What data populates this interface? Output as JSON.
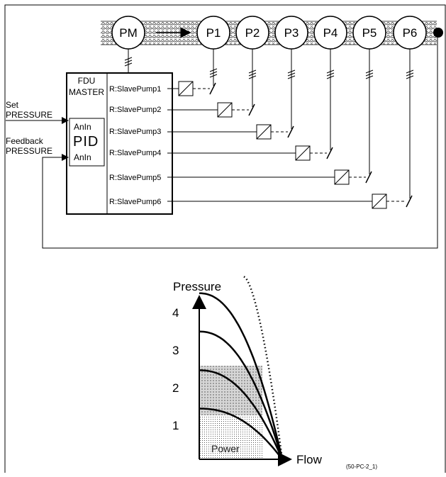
{
  "colors": {
    "line": "#000000",
    "pipe_hatch": "#555555",
    "power_fill": "#bdbdbd",
    "background": "#ffffff"
  },
  "diagram": {
    "master_pump": "PM",
    "slave_pumps": [
      "P1",
      "P2",
      "P3",
      "P4",
      "P5",
      "P6"
    ],
    "controller": {
      "title_line1": "FDU",
      "title_line2": "MASTER",
      "pid_label": "PID",
      "analog_inputs": [
        "AnIn",
        "AnIn"
      ],
      "relay_outputs": [
        "R:SlavePump1",
        "R:SlavePump2",
        "R:SlavePump3",
        "R:SlavePump4",
        "R:SlavePump5",
        "R:SlavePump6"
      ]
    },
    "inputs": {
      "set_line1": "Set",
      "set_line2": "PRESSURE",
      "feedback_line1": "Feedback",
      "feedback_line2": "PRESSURE"
    }
  },
  "chart_data": {
    "type": "line",
    "title": "",
    "xlabel": "Flow",
    "ylabel": "Pressure",
    "y_ticks": [
      "1",
      "2",
      "3",
      "4"
    ],
    "curves": [
      {
        "pumps": 1,
        "shutoff_pressure": 1.35
      },
      {
        "pumps": 2,
        "shutoff_pressure": 2.37
      },
      {
        "pumps": 3,
        "shutoff_pressure": 3.4
      },
      {
        "pumps": 4,
        "shutoff_pressure": 4.42
      }
    ],
    "max_flow": 1.0,
    "dotted_envelope": true,
    "shaded_region_label": "Power"
  },
  "caption": "(50-PC-2_1)"
}
